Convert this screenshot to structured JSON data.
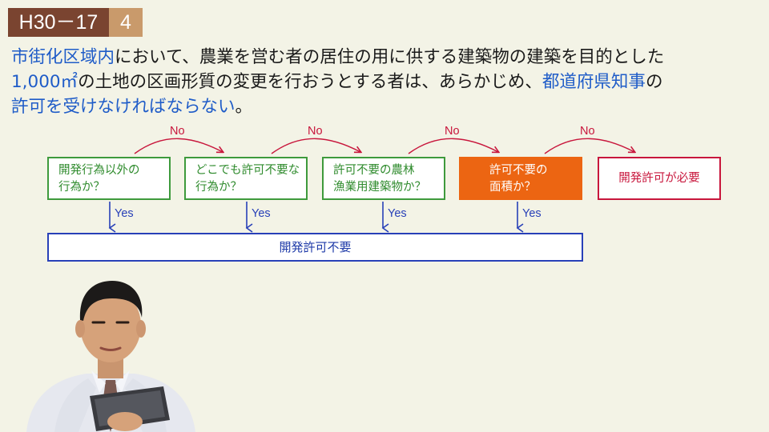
{
  "header": {
    "code": "H30－17",
    "number": "4"
  },
  "question": {
    "segments": [
      {
        "text": "市街化区域内",
        "highlight": true
      },
      {
        "text": "において、農業を営む者の居住の用に供する建築物の建築を目的とした",
        "highlight": false
      },
      {
        "text": "1,000㎡",
        "highlight": true
      },
      {
        "text": "の土地の区画形質の変更を行おうとする者は、あらかじめ、",
        "highlight": false
      },
      {
        "text": "都道府県知事",
        "highlight": true
      },
      {
        "text": "の",
        "highlight": false
      },
      {
        "text": "許可を受けなければならない",
        "highlight": true
      },
      {
        "text": "。",
        "highlight": false
      }
    ]
  },
  "flow": {
    "boxes": [
      {
        "line1": "開発行為以外の",
        "line2": "行為か？"
      },
      {
        "line1": "どこでも許可不要な",
        "line2": "行為か？"
      },
      {
        "line1": "許可不要の農林",
        "line2": "漁業用建築物か？"
      },
      {
        "line1": "許可不要の",
        "line2": "面積か？"
      }
    ],
    "final": "開発許可が必要",
    "result": "開発許可不要",
    "no_label": "No",
    "yes_label": "Yes"
  },
  "colors": {
    "green": "#3e9a3c",
    "orange": "#ec6512",
    "crimson": "#c8163c",
    "navy": "#2840b8",
    "highlight_blue": "#1f5cc8",
    "header_brown": "#7a4430",
    "header_tan": "#c99a6b"
  },
  "presenter": {
    "icon": "presenter-with-tablet-icon"
  }
}
